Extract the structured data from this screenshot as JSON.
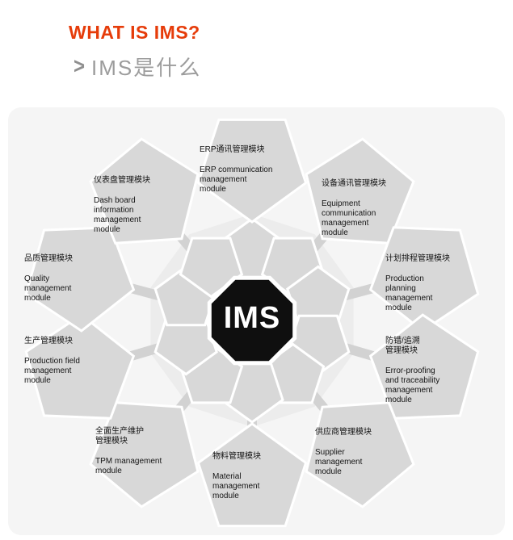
{
  "header": {
    "title": "WHAT IS IMS?",
    "subtitle_chevron": ">",
    "subtitle": "IMS是什么"
  },
  "diagram": {
    "center_label": "IMS",
    "colors": {
      "title_red": "#e63c0a",
      "subtitle_gray": "#9c9c9c",
      "pentagon_fill": "#d8d8d8",
      "center_fill": "#0f0f0f",
      "background": "#f5f5f5"
    },
    "modules": [
      {
        "id": "erp-communication",
        "zh": "ERP通讯管理模块",
        "en": "ERP communication\nmanagement\nmodule"
      },
      {
        "id": "equipment-communication",
        "zh": "设备通讯管理模块",
        "en": "Equipment\ncommunication\nmanagement\nmodule"
      },
      {
        "id": "production-planning",
        "zh": "计划排程管理模块",
        "en": "Production\nplanning\nmanagement\nmodule"
      },
      {
        "id": "error-proofing-traceability",
        "zh": "防错/追溯\n管理模块",
        "en": "Error-proofing\nand traceability\nmanagement\nmodule"
      },
      {
        "id": "supplier",
        "zh": "供应商管理模块",
        "en": "Supplier\nmanagement\nmodule"
      },
      {
        "id": "material",
        "zh": "物料管理模块",
        "en": "Material\nmanagement\nmodule"
      },
      {
        "id": "tpm",
        "zh": "全面生产维护\n管理模块",
        "en": "TPM management\nmodule"
      },
      {
        "id": "production-field",
        "zh": "生产管理模块",
        "en": "Production field\nmanagement\nmodule"
      },
      {
        "id": "quality",
        "zh": "品质管理模块",
        "en": "Quality\nmanagement\nmodule"
      },
      {
        "id": "dashboard-information",
        "zh": "仪表盘管理模块",
        "en": "Dash board\ninformation\nmanagement\nmodule"
      }
    ]
  }
}
